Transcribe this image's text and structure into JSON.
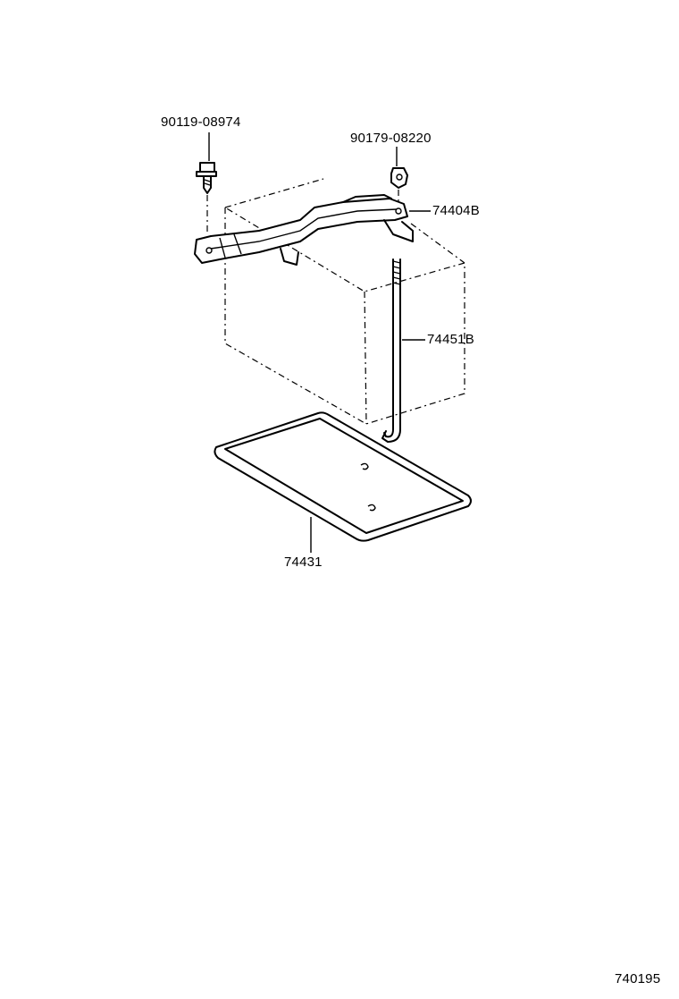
{
  "parts": {
    "bolt_left": "90119-08974",
    "nut_right": "90179-08220",
    "clamp": "74404B",
    "rod": "74451B",
    "tray": "74431"
  },
  "figure_code": "740195",
  "colors": {
    "line": "#000000",
    "background": "#ffffff"
  }
}
